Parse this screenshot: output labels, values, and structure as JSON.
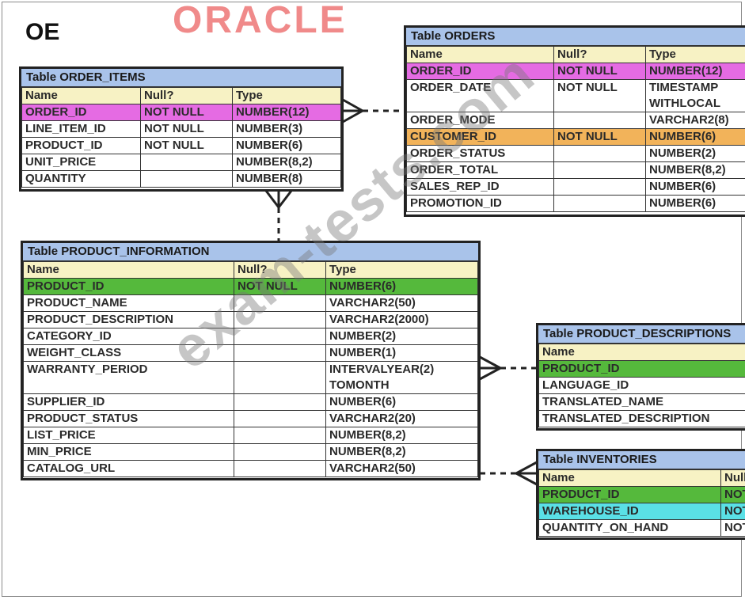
{
  "logo": "ORACLE",
  "schema": "OE",
  "watermark": "exam-tests.com",
  "tables": {
    "order_items": {
      "title": "Table ORDER_ITEMS",
      "headers": [
        "Name",
        "Null?",
        "Type"
      ],
      "rows": [
        [
          "ORDER_ID",
          "NOT NULL",
          "NUMBER(12)"
        ],
        [
          "LINE_ITEM_ID",
          "NOT NULL",
          "NUMBER(3)"
        ],
        [
          "PRODUCT_ID",
          "NOT NULL",
          "NUMBER(6)"
        ],
        [
          "UNIT_PRICE",
          "",
          "NUMBER(8,2)"
        ],
        [
          "QUANTITY",
          "",
          "NUMBER(8)"
        ]
      ]
    },
    "orders": {
      "title": "Table ORDERS",
      "headers": [
        "Name",
        "Null?",
        "Type"
      ],
      "rows": [
        [
          "ORDER_ID",
          "NOT NULL",
          "NUMBER(12)"
        ],
        [
          "ORDER_DATE",
          "NOT NULL",
          "TIMESTAMP WITHLOCAL"
        ],
        [
          "ORDER_MODE",
          "",
          "VARCHAR2(8)"
        ],
        [
          "CUSTOMER_ID",
          "NOT NULL",
          "NUMBER(6)"
        ],
        [
          "ORDER_STATUS",
          "",
          "NUMBER(2)"
        ],
        [
          "ORDER_TOTAL",
          "",
          "NUMBER(8,2)"
        ],
        [
          "SALES_REP_ID",
          "",
          "NUMBER(6)"
        ],
        [
          "PROMOTION_ID",
          "",
          "NUMBER(6)"
        ]
      ]
    },
    "product_information": {
      "title": "Table PRODUCT_INFORMATION",
      "headers": [
        "Name",
        "Null?",
        "Type"
      ],
      "rows": [
        [
          "PRODUCT_ID",
          "NOT NULL",
          "NUMBER(6)"
        ],
        [
          "PRODUCT_NAME",
          "",
          "VARCHAR2(50)"
        ],
        [
          "PRODUCT_DESCRIPTION",
          "",
          "VARCHAR2(2000)"
        ],
        [
          "CATEGORY_ID",
          "",
          "NUMBER(2)"
        ],
        [
          "WEIGHT_CLASS",
          "",
          "NUMBER(1)"
        ],
        [
          "WARRANTY_PERIOD",
          "",
          "INTERVALYEAR(2) TOMONTH"
        ],
        [
          "SUPPLIER_ID",
          "",
          "NUMBER(6)"
        ],
        [
          "PRODUCT_STATUS",
          "",
          "VARCHAR2(20)"
        ],
        [
          "LIST_PRICE",
          "",
          "NUMBER(8,2)"
        ],
        [
          "MIN_PRICE",
          "",
          "NUMBER(8,2)"
        ],
        [
          "CATALOG_URL",
          "",
          "VARCHAR2(50)"
        ]
      ]
    },
    "product_descriptions": {
      "title": "Table PRODUCT_DESCRIPTIONS",
      "headers": [
        "Name"
      ],
      "rows": [
        [
          "PRODUCT_ID"
        ],
        [
          "LANGUAGE_ID"
        ],
        [
          "TRANSLATED_NAME"
        ],
        [
          "TRANSLATED_DESCRIPTION"
        ]
      ]
    },
    "inventories": {
      "title": "Table INVENTORIES",
      "headers": [
        "Name",
        "Null?"
      ],
      "rows": [
        [
          "PRODUCT_ID",
          "NOT NULL"
        ],
        [
          "WAREHOUSE_ID",
          "NOT NULL"
        ],
        [
          "QUANTITY_ON_HAND",
          "NOT NULL"
        ]
      ]
    }
  },
  "colors": {
    "title_bar": "#a9c3ea",
    "header_row": "#f7f2c4",
    "order_id_highlight": "#e56be3",
    "customer_id_highlight": "#f2b35a",
    "product_id_highlight": "#55b93c",
    "warehouse_id_highlight": "#5ae0e6"
  }
}
